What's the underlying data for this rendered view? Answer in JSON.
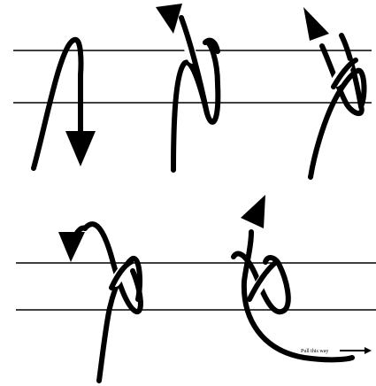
{
  "panels": [
    {
      "step": "place-rope-over-bar"
    },
    {
      "step": "wrap-around-bar"
    },
    {
      "step": "cross-over-and-up"
    },
    {
      "step": "second-wrap"
    },
    {
      "step": "pull-tight"
    }
  ],
  "pull_note": "Pull this way",
  "colors": {
    "line": "#000000",
    "background": "#ffffff"
  }
}
